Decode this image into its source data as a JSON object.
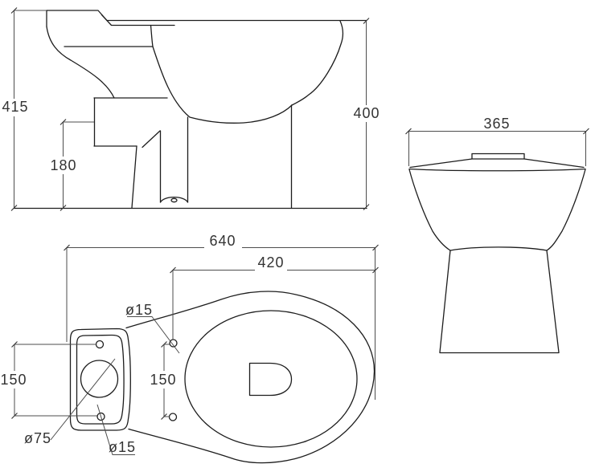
{
  "drawing_type": "toilet-dimension-diagram",
  "colors": {
    "background": "#ffffff",
    "object_line": "#1d1d1d",
    "dimension_line": "#4d4d4d",
    "text": "#333333"
  },
  "views": {
    "side": {
      "dims": {
        "overall_height": "415",
        "outlet_height": "180",
        "rim_height": "400"
      }
    },
    "front": {
      "dims": {
        "tank_width": "365"
      }
    },
    "top": {
      "dims": {
        "overall_length": "640",
        "bowl_projection": "420",
        "fixing_hole_spacing": "150",
        "seat_hole_spacing": "150",
        "seat_hole_diameter": "ø15",
        "flush_hole_diameter": "ø75",
        "fixing_hole_diameter": "ø15"
      }
    }
  }
}
